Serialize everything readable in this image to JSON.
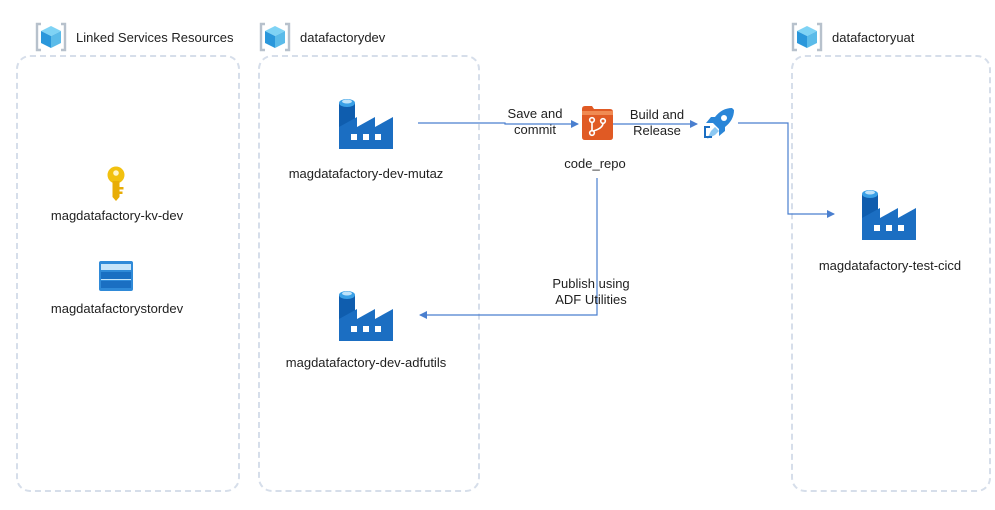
{
  "groups": {
    "linked": {
      "label": "Linked Services Resources"
    },
    "dev": {
      "label": "datafactorydev"
    },
    "uat": {
      "label": "datafactoryuat"
    }
  },
  "nodes": {
    "kv": {
      "label": "magdatafactory-kv-dev",
      "icon": "key-vault-icon"
    },
    "stor": {
      "label": "magdatafactorystordev",
      "icon": "storage-account-icon"
    },
    "mutaz": {
      "label": "magdatafactory-dev-mutaz",
      "icon": "data-factory-icon"
    },
    "adfutils": {
      "label": "magdatafactory-dev-adfutils",
      "icon": "data-factory-icon"
    },
    "repo": {
      "label": "code_repo",
      "icon": "git-repo-icon"
    },
    "pipeline": {
      "label": "",
      "icon": "pipelines-rocket-icon"
    },
    "cicd": {
      "label": "magdatafactory-test-cicd",
      "icon": "data-factory-icon"
    }
  },
  "edges": {
    "save": {
      "line1": "Save and",
      "line2": "commit"
    },
    "build": {
      "line1": "Build and",
      "line2": "Release"
    },
    "publish": {
      "line1": "Publish using",
      "line2": "ADF Utilities"
    }
  },
  "colors": {
    "group_border": "#d6deea",
    "edge": "#4a7fcf",
    "factory_dark": "#0f5dae",
    "factory_light": "#2a86d8",
    "repo_orange": "#e05a24",
    "key_gold": "#f2c10f",
    "storage_blue": "#2f8ad8"
  }
}
